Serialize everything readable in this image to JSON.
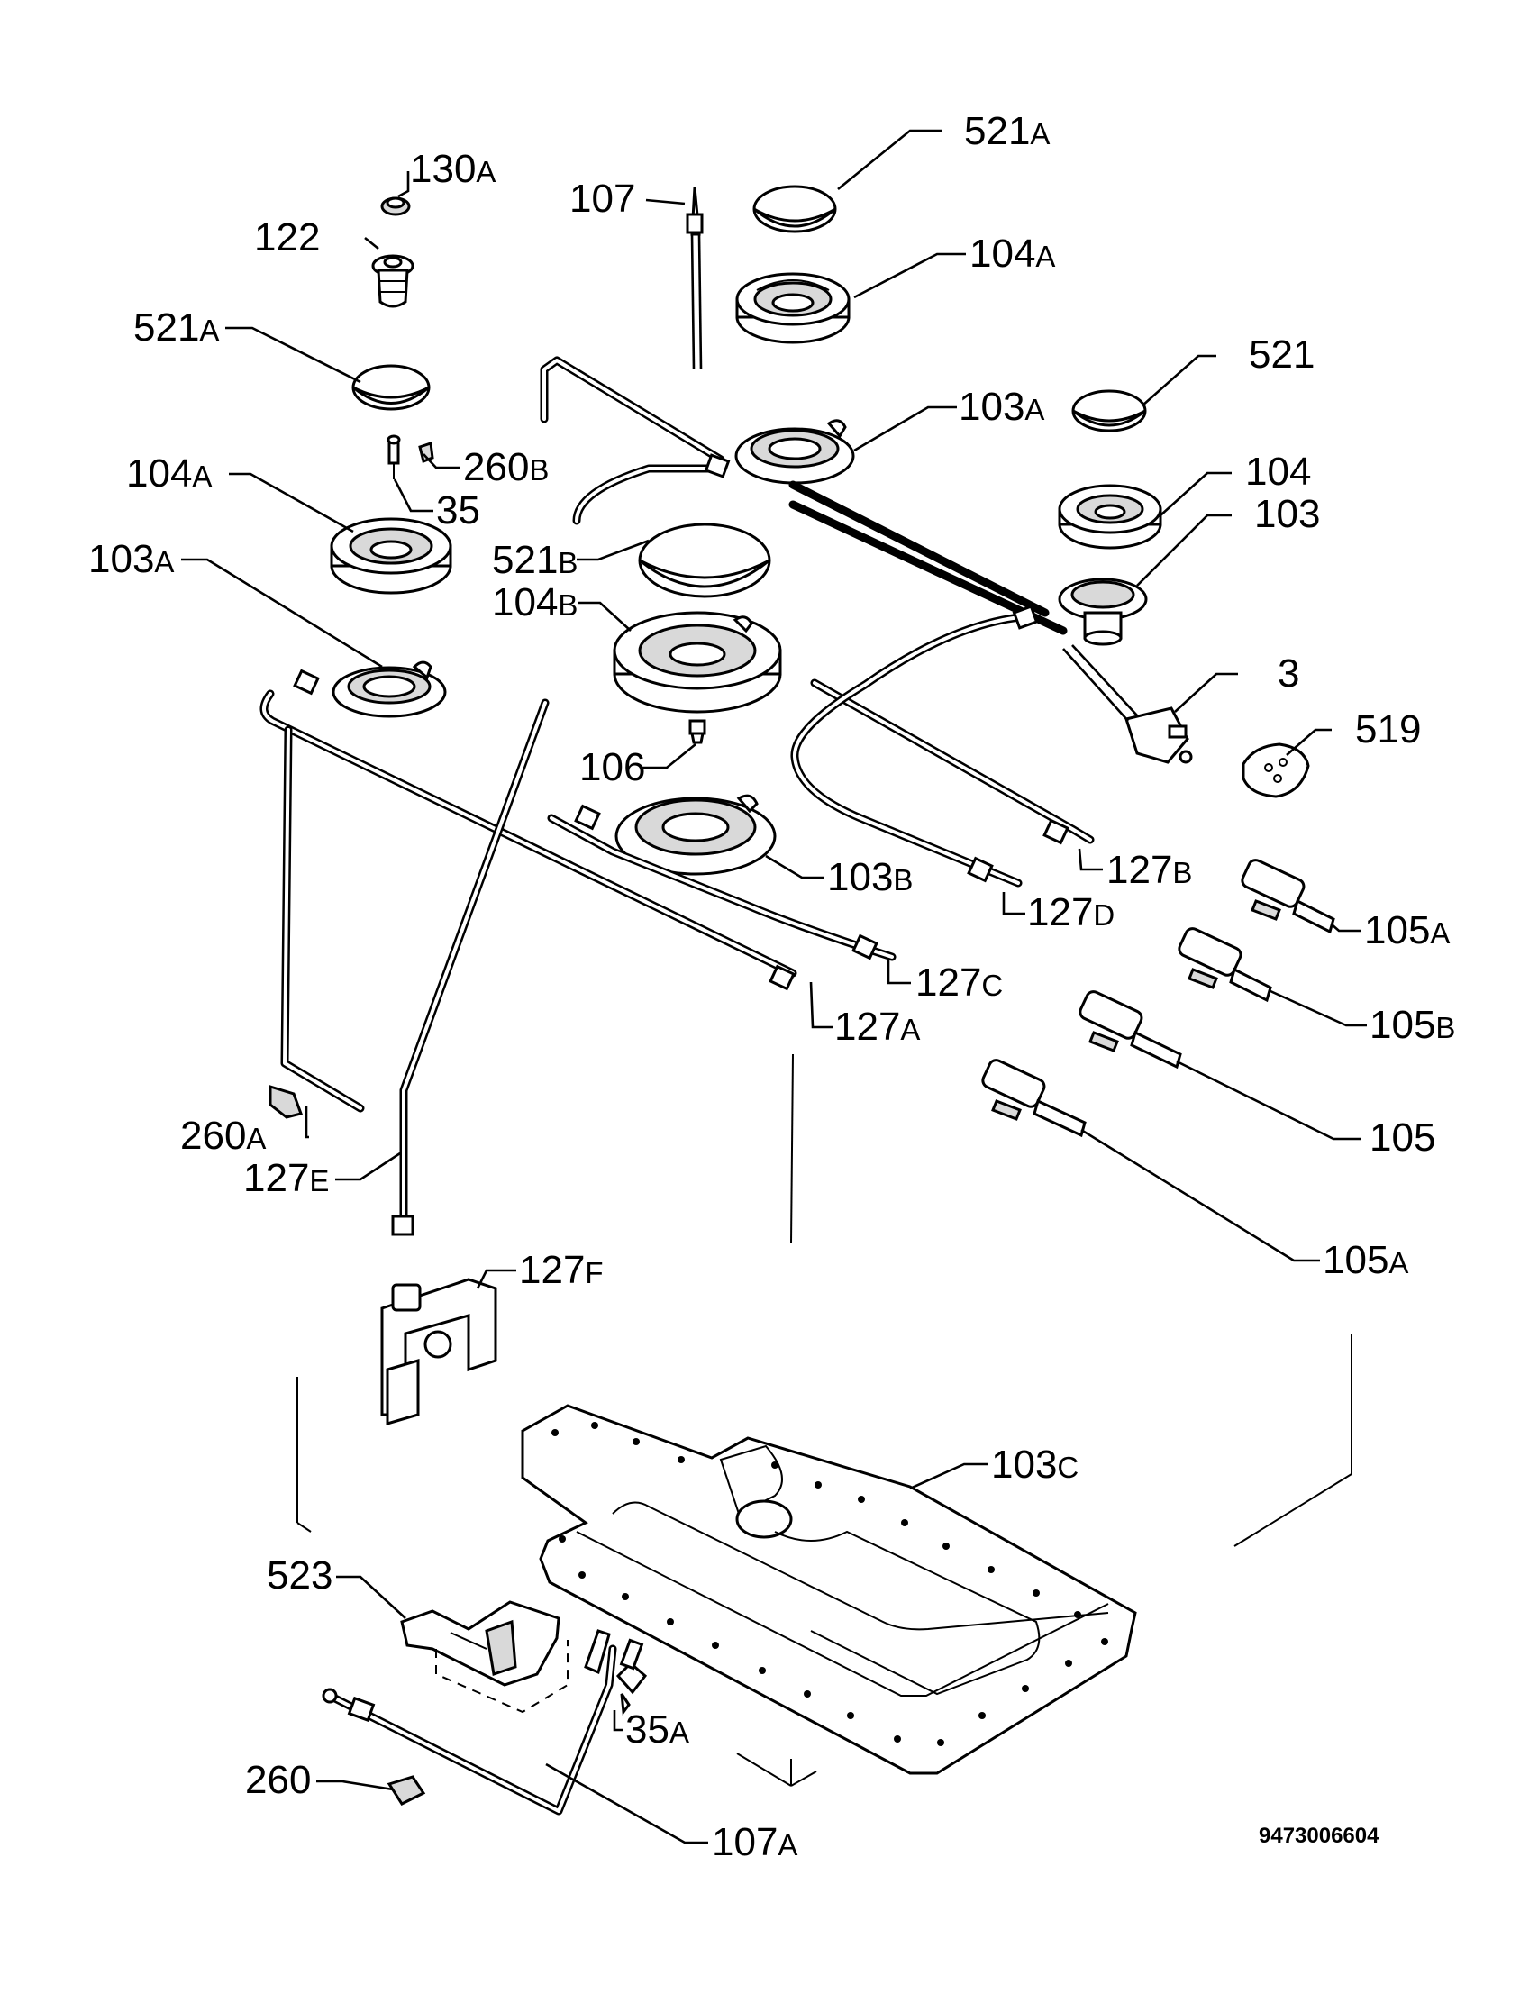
{
  "document_number": "9473006604",
  "labels": [
    {
      "id": "130A",
      "num": "130",
      "suf": "A"
    },
    {
      "id": "122",
      "num": "122",
      "suf": ""
    },
    {
      "id": "107",
      "num": "107",
      "suf": ""
    },
    {
      "id": "521A_top",
      "num": "521",
      "suf": "A"
    },
    {
      "id": "104A_top",
      "num": "104",
      "suf": "A"
    },
    {
      "id": "521A_left",
      "num": "521",
      "suf": "A"
    },
    {
      "id": "521",
      "num": "521",
      "suf": ""
    },
    {
      "id": "103A_mid",
      "num": "103",
      "suf": "A"
    },
    {
      "id": "260B",
      "num": "260",
      "suf": "B"
    },
    {
      "id": "104A_left",
      "num": "104",
      "suf": "A"
    },
    {
      "id": "35",
      "num": "35",
      "suf": ""
    },
    {
      "id": "104",
      "num": "104",
      "suf": ""
    },
    {
      "id": "103",
      "num": "103",
      "suf": ""
    },
    {
      "id": "521B",
      "num": "521",
      "suf": "B"
    },
    {
      "id": "103A_left",
      "num": "103",
      "suf": "A"
    },
    {
      "id": "104B",
      "num": "104",
      "suf": "B"
    },
    {
      "id": "3",
      "num": "3",
      "suf": ""
    },
    {
      "id": "519",
      "num": "519",
      "suf": ""
    },
    {
      "id": "106",
      "num": "106",
      "suf": ""
    },
    {
      "id": "127B",
      "num": "127",
      "suf": "B"
    },
    {
      "id": "103B",
      "num": "103",
      "suf": "B"
    },
    {
      "id": "127D",
      "num": "127",
      "suf": "D"
    },
    {
      "id": "105A_top",
      "num": "105",
      "suf": "A"
    },
    {
      "id": "127C",
      "num": "127",
      "suf": "C"
    },
    {
      "id": "105B",
      "num": "105",
      "suf": "B"
    },
    {
      "id": "127A",
      "num": "127",
      "suf": "A"
    },
    {
      "id": "105",
      "num": "105",
      "suf": ""
    },
    {
      "id": "260A",
      "num": "260",
      "suf": "A"
    },
    {
      "id": "127E",
      "num": "127",
      "suf": "E"
    },
    {
      "id": "105A_bottom",
      "num": "105",
      "suf": "A"
    },
    {
      "id": "127F",
      "num": "127",
      "suf": "F"
    },
    {
      "id": "103C",
      "num": "103",
      "suf": "C"
    },
    {
      "id": "523",
      "num": "523",
      "suf": ""
    },
    {
      "id": "35A",
      "num": "35",
      "suf": "A"
    },
    {
      "id": "260",
      "num": "260",
      "suf": ""
    },
    {
      "id": "107A",
      "num": "107",
      "suf": "A"
    }
  ]
}
